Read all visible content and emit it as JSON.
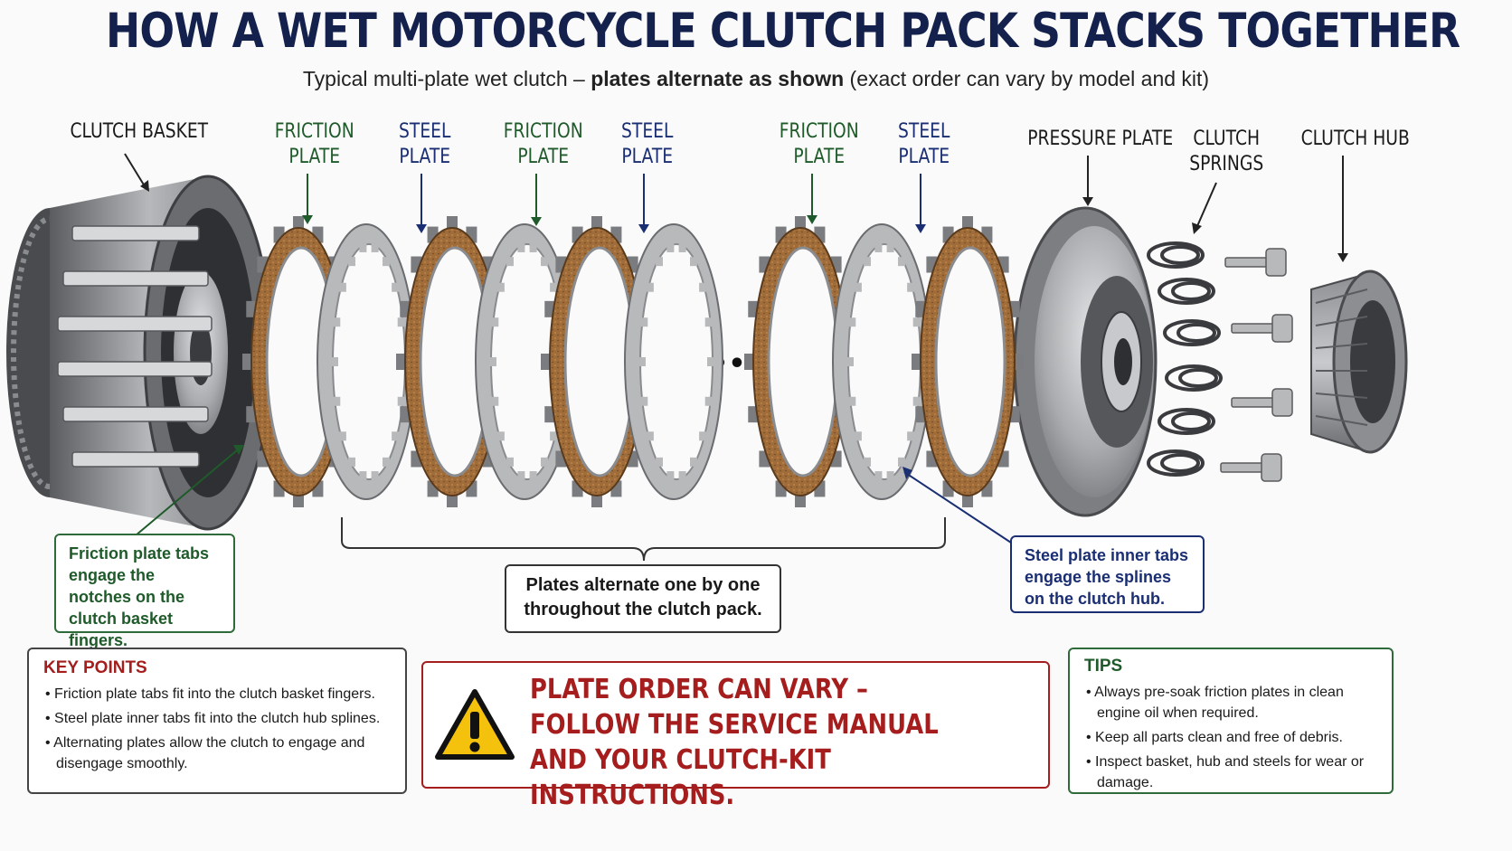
{
  "header": {
    "title": "HOW A WET MOTORCYCLE CLUTCH PACK STACKS TOGETHER",
    "subtitle_plain": "Typical multi-plate wet clutch – ",
    "subtitle_bold": "plates alternate as shown",
    "subtitle_rest": " (exact order can vary by model and kit)"
  },
  "labels": {
    "clutch_basket": "CLUTCH BASKET",
    "friction_plate": [
      "FRICTION",
      "PLATE"
    ],
    "steel_plate": [
      "STEEL",
      "PLATE"
    ],
    "pressure_plate": "PRESSURE PLATE",
    "clutch_springs": [
      "CLUTCH",
      "SPRINGS"
    ],
    "clutch_hub": "CLUTCH HUB",
    "ellipsis": "•••"
  },
  "callouts": {
    "friction_tabs": "Friction plate tabs engage the notches on the clutch basket fingers.",
    "alternate": "Plates alternate one by one throughout the clutch pack.",
    "steel_tabs": "Steel plate inner tabs engage the splines on the clutch hub."
  },
  "key_points": {
    "title": "KEY POINTS",
    "items": [
      "Friction plate tabs fit into the clutch basket fingers.",
      "Steel plate inner tabs fit into the clutch hub splines.",
      "Alternating plates allow the clutch to engage and disengage smoothly."
    ]
  },
  "warning": {
    "icon": "warning-triangle-icon",
    "text": "PLATE ORDER CAN VARY – FOLLOW THE SERVICE MANUAL AND YOUR CLUTCH-KIT INSTRUCTIONS."
  },
  "tips": {
    "title": "TIPS",
    "items": [
      "Always pre-soak friction plates in clean engine oil when required.",
      "Keep all parts clean and free of debris.",
      "Inspect basket, hub and steels for wear or damage."
    ]
  },
  "colors": {
    "title": "#14214d",
    "friction": "#1f5b2a",
    "steel": "#1a2e73",
    "warning": "#a51d1d",
    "friction_material": "#9a6a38",
    "steel_material": "#b8b9bb"
  }
}
